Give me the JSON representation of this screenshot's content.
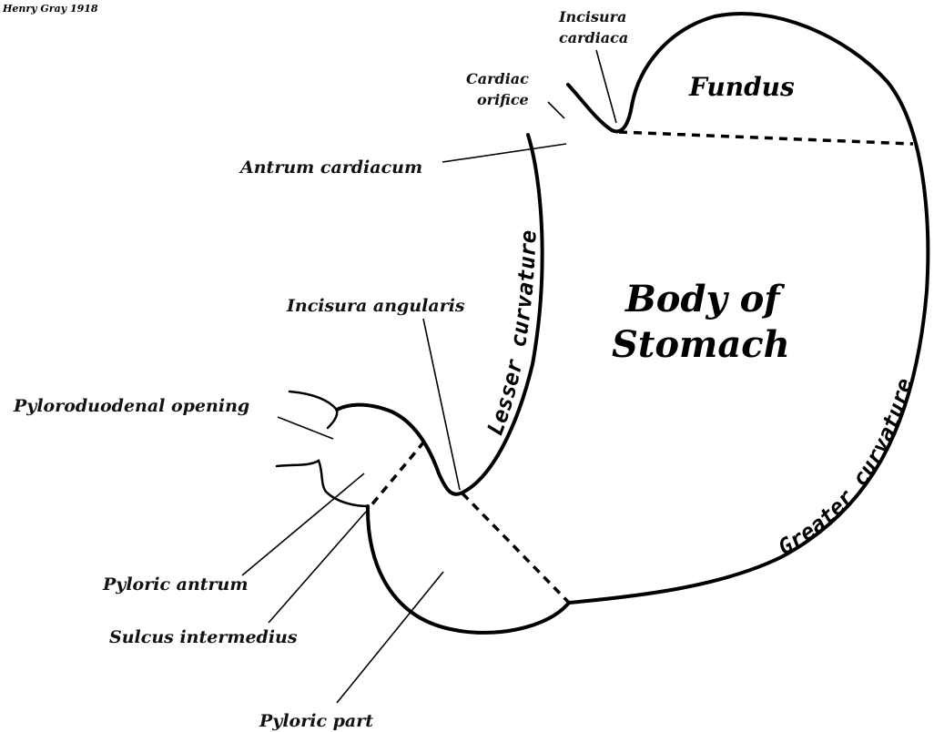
{
  "credit": "Henry Gray 1918",
  "regions": {
    "fundus": "Fundus",
    "body_line1": "Body of",
    "body_line2": "Stomach"
  },
  "curvatures": {
    "lesser": "Lesser curvature",
    "greater": "Greater curvature"
  },
  "labels": {
    "incisura_cardiaca_1": "Incisura",
    "incisura_cardiaca_2": "cardiaca",
    "cardiac_orifice_1": "Cardiac",
    "cardiac_orifice_2": "orifice",
    "antrum_cardiacum": "Antrum cardiacum",
    "incisura_angularis": "Incisura angularis",
    "pyloroduodenal_opening": "Pyloroduodenal opening",
    "pyloric_antrum": "Pyloric antrum",
    "sulcus_intermedius": "Sulcus intermedius",
    "pyloric_part": "Pyloric part"
  }
}
